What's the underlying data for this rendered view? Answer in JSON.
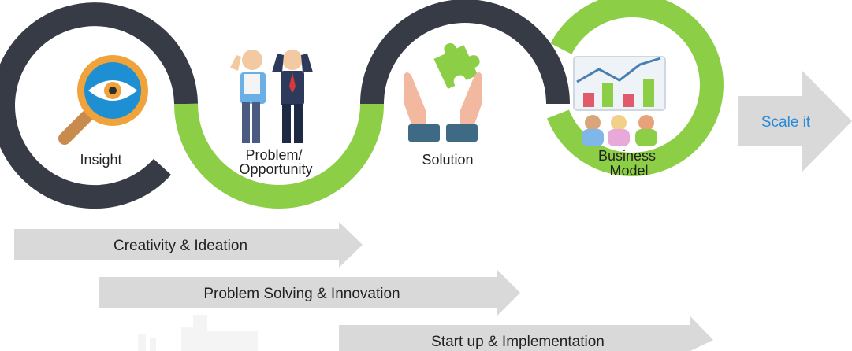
{
  "stages": [
    {
      "label": [
        "Insight"
      ],
      "icon": "magnifier-eye-icon"
    },
    {
      "label": [
        "Problem/",
        "Opportunity"
      ],
      "icon": "stressed-people-icon"
    },
    {
      "label": [
        "Solution"
      ],
      "icon": "hands-puzzle-icon"
    },
    {
      "label": [
        "Business",
        "Model"
      ],
      "icon": "chart-team-icon"
    }
  ],
  "scale": {
    "label": "Scale it"
  },
  "phases": [
    {
      "label": "Creativity & Ideation"
    },
    {
      "label": "Problem Solving & Innovation"
    },
    {
      "label": "Start up & Implementation"
    }
  ],
  "colors": {
    "dark_ring": "#363b45",
    "green_ring": "#8cce45",
    "arrow": "#d9d9d9",
    "scale_text": "#2a8ad8"
  }
}
